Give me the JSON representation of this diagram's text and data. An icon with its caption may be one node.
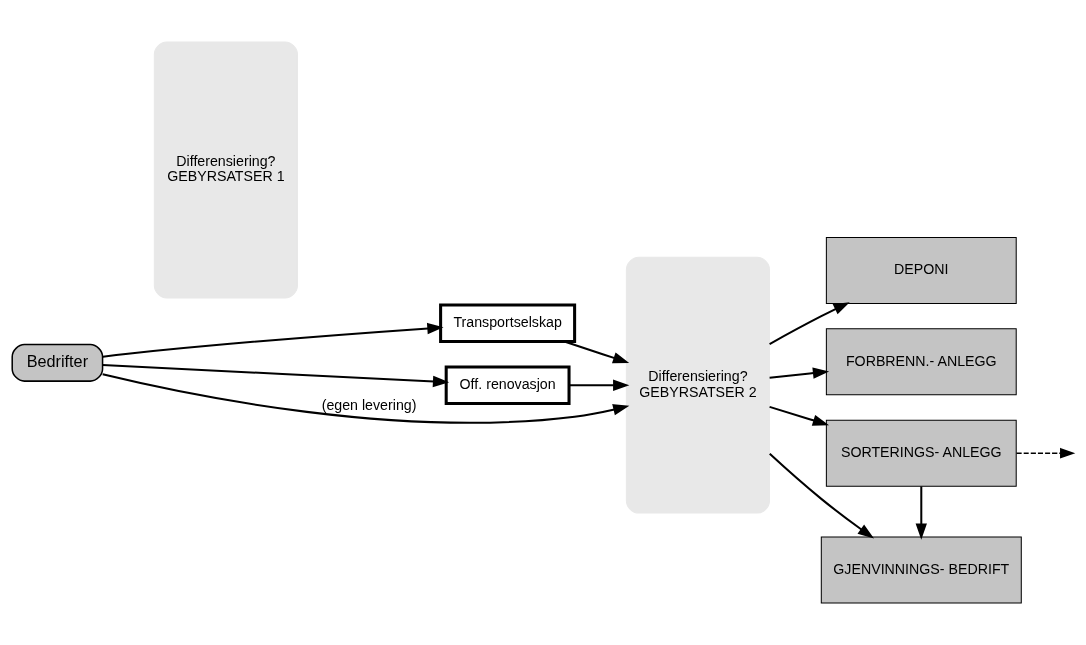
{
  "diagram": {
    "nodes": [
      {
        "text": [
          "Bedrifter"
        ]
      },
      {
        "text": [
          "Differensiering?",
          "GEBYRSATSER 1"
        ]
      },
      {
        "text": [
          "Transportselskap"
        ]
      },
      {
        "text": [
          "Off. renovasjon"
        ]
      },
      {
        "text": [
          "Differensiering?",
          "GEBYRSATSER 2"
        ]
      },
      {
        "text": [
          "DEPONI"
        ]
      },
      {
        "text": [
          "FORBRENN.- ANLEGG"
        ]
      },
      {
        "text": [
          "GJENVINNINGS- BEDRIFT"
        ]
      },
      {
        "text": [
          "SORTERINGS- ANLEGG"
        ]
      }
    ],
    "edges": [
      {
        "from": 0,
        "to": 4,
        "arrow": "to",
        "label": "(egen levering)"
      },
      {
        "from": 0,
        "to": 2,
        "arrow": "to"
      },
      {
        "from": 0,
        "to": 3,
        "arrow": "to"
      },
      {
        "from": 2,
        "to": 4,
        "arrow": "to"
      },
      {
        "from": 3,
        "to": 4,
        "arrow": "to"
      },
      {
        "from": 4,
        "to": 5,
        "arrow": "to"
      },
      {
        "from": 4,
        "to": 6,
        "arrow": "to"
      },
      {
        "from": 4,
        "to": 7,
        "arrow": "to"
      },
      {
        "from": 4,
        "to": 8,
        "arrow": "to"
      },
      {
        "from": 8,
        "to": 7,
        "arrow": "to"
      },
      {
        "from": 8,
        "to": null,
        "arrow": "to",
        "style": "dashed"
      }
    ]
  }
}
